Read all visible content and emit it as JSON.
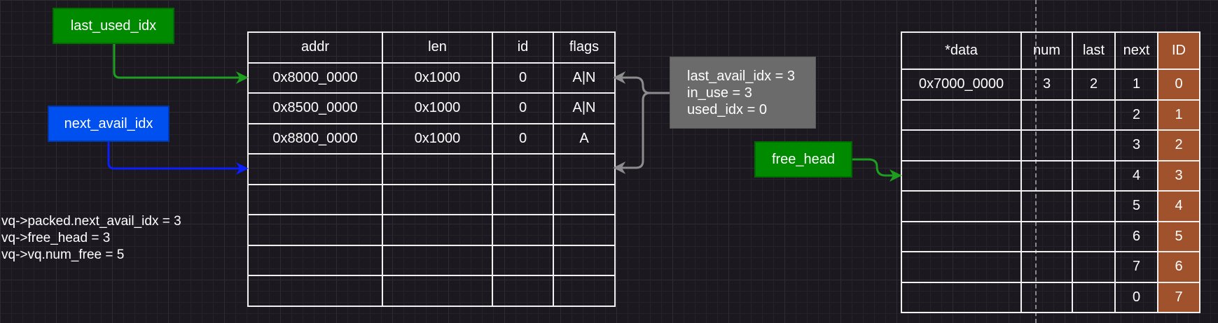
{
  "labels": {
    "last_used_idx": "last_used_idx",
    "next_avail_idx": "next_avail_idx",
    "free_head": "free_head"
  },
  "status_box": {
    "lines": [
      "last_avail_idx = 3",
      "in_use = 3",
      "used_idx = 0"
    ]
  },
  "vq_state": {
    "lines": [
      "vq->packed.next_avail_idx = 3",
      "vq->free_head = 3",
      "vq->vq.num_free = 5"
    ]
  },
  "descriptor_table": {
    "headers": [
      "addr",
      "len",
      "id",
      "flags"
    ],
    "rows": [
      [
        "0x8000_0000",
        "0x1000",
        "0",
        "A|N"
      ],
      [
        "0x8500_0000",
        "0x1000",
        "0",
        "A|N"
      ],
      [
        "0x8800_0000",
        "0x1000",
        "0",
        "A"
      ],
      [
        "",
        "",
        "",
        ""
      ],
      [
        "",
        "",
        "",
        ""
      ],
      [
        "",
        "",
        "",
        ""
      ],
      [
        "",
        "",
        "",
        ""
      ],
      [
        "",
        "",
        "",
        ""
      ]
    ]
  },
  "desc_state_table": {
    "headers": [
      "*data",
      "num",
      "last",
      "next",
      "ID"
    ],
    "rows": [
      [
        "0x7000_0000",
        "3",
        "2",
        "1",
        "0"
      ],
      [
        "",
        "",
        "",
        "2",
        "1"
      ],
      [
        "",
        "",
        "",
        "3",
        "2"
      ],
      [
        "",
        "",
        "",
        "4",
        "3"
      ],
      [
        "",
        "",
        "",
        "5",
        "4"
      ],
      [
        "",
        "",
        "",
        "6",
        "5"
      ],
      [
        "",
        "",
        "",
        "7",
        "6"
      ],
      [
        "",
        "",
        "",
        "0",
        "7"
      ]
    ]
  },
  "colors": {
    "green_box": "#008a00",
    "blue_box": "#0050ef",
    "gray_box": "#6b6b6b",
    "id_column": "#a0522d",
    "green_arrow": "#1e9e1e",
    "blue_arrow": "#0a1eff",
    "gray_arrow": "#8c8c8c"
  }
}
